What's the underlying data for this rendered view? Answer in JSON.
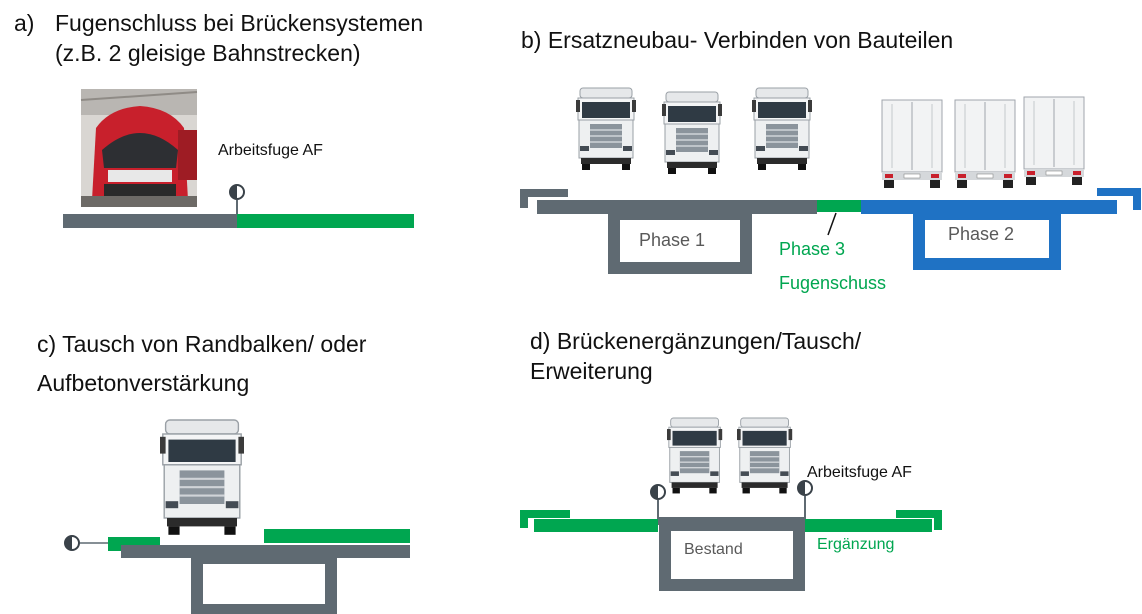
{
  "panel_a": {
    "marker": "a)",
    "title_line1": "Fugenschluss bei Brückensystemen",
    "title_line2": "(z.B. 2 gleisige Bahnstrecken)",
    "joint_label": "Arbeitsfuge AF"
  },
  "panel_b": {
    "title": "b) Ersatzneubau- Verbinden von Bauteilen",
    "phase1": "Phase 1",
    "phase2": "Phase 2",
    "phase3": "Phase 3",
    "phase3_sub": "Fugenschuss"
  },
  "panel_c": {
    "title_line1": "c) Tausch von Randbalken/ oder",
    "title_line2": "Aufbetonverstärkung"
  },
  "panel_d": {
    "title_line1": "d) Brückenergänzungen/Tausch/",
    "title_line2": "Erweiterung",
    "joint_label": "Arbeitsfuge AF",
    "existing_label": "Bestand",
    "extension_label": "Ergänzung"
  },
  "colors": {
    "existing_grey": "#5f6a72",
    "new_green": "#00a650",
    "phase2_blue": "#1f72c4",
    "train_red": "#c8202c"
  },
  "icons": [
    "train-photo",
    "truck-front-icon",
    "trailer-rear-icon",
    "joint-marker-icon"
  ]
}
